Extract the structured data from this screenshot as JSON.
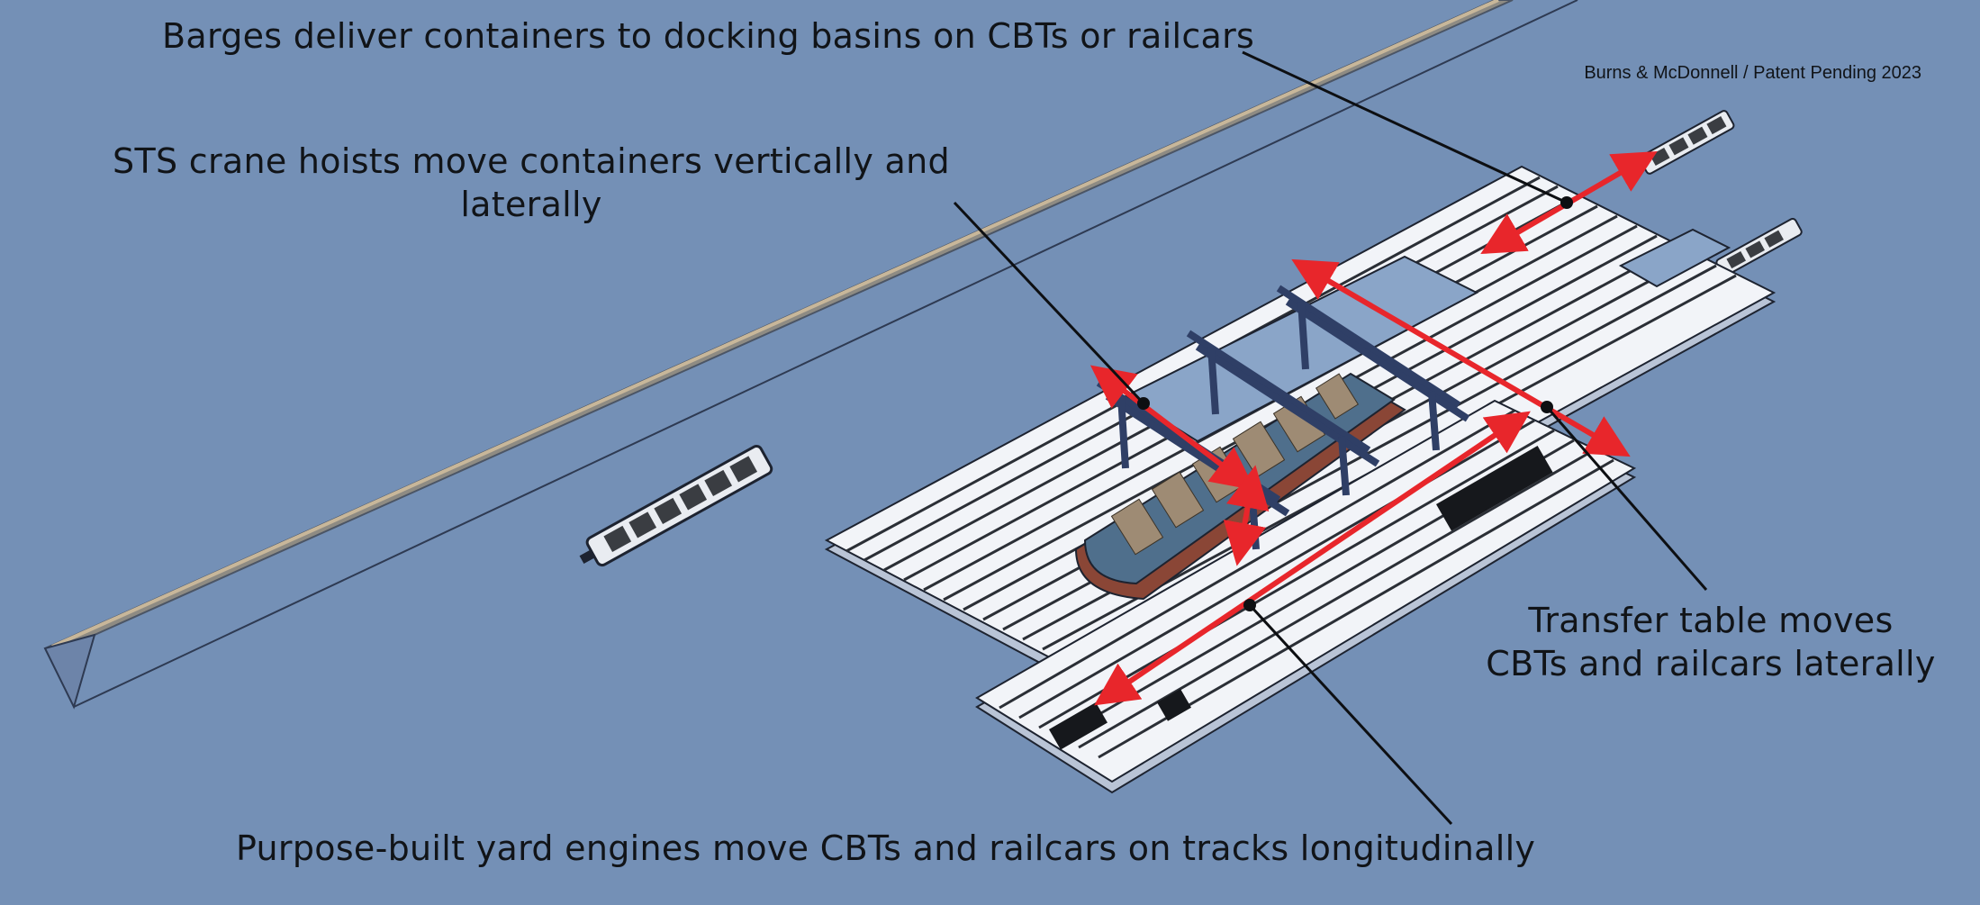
{
  "colors": {
    "background": "#7490b6",
    "water_highlight": "#8aa5c8",
    "platform": "#f2f4f8",
    "platform_shadow": "#b9c4d6",
    "track": "#2b2f36",
    "crane": "#2f3f66",
    "arrow": "#e8262b",
    "leader": "#0d0f12",
    "ship_hull": "#8a4636",
    "ship_deck": "#4f6f8c",
    "ship_cargo": "#9e8b74",
    "barge": "#e9ecf1",
    "barge_cargo": "#3a3d42",
    "shore": "#b8ad98"
  },
  "labels": {
    "barges": "Barges deliver containers to docking basins on CBTs or railcars",
    "sts_line1": "STS crane hoists move containers vertically and",
    "sts_line2": "laterally",
    "transfer_line1": "Transfer table moves",
    "transfer_line2": "CBTs and railcars laterally",
    "engines": "Purpose-built yard engines move CBTs and railcars on tracks longitudinally"
  },
  "credit": "Burns & McDonnell / Patent Pending 2023",
  "icons": {
    "ship": "container-ship-icon",
    "crane": "sts-crane-icon",
    "barge": "barge-icon",
    "engine": "yard-engine-icon"
  }
}
